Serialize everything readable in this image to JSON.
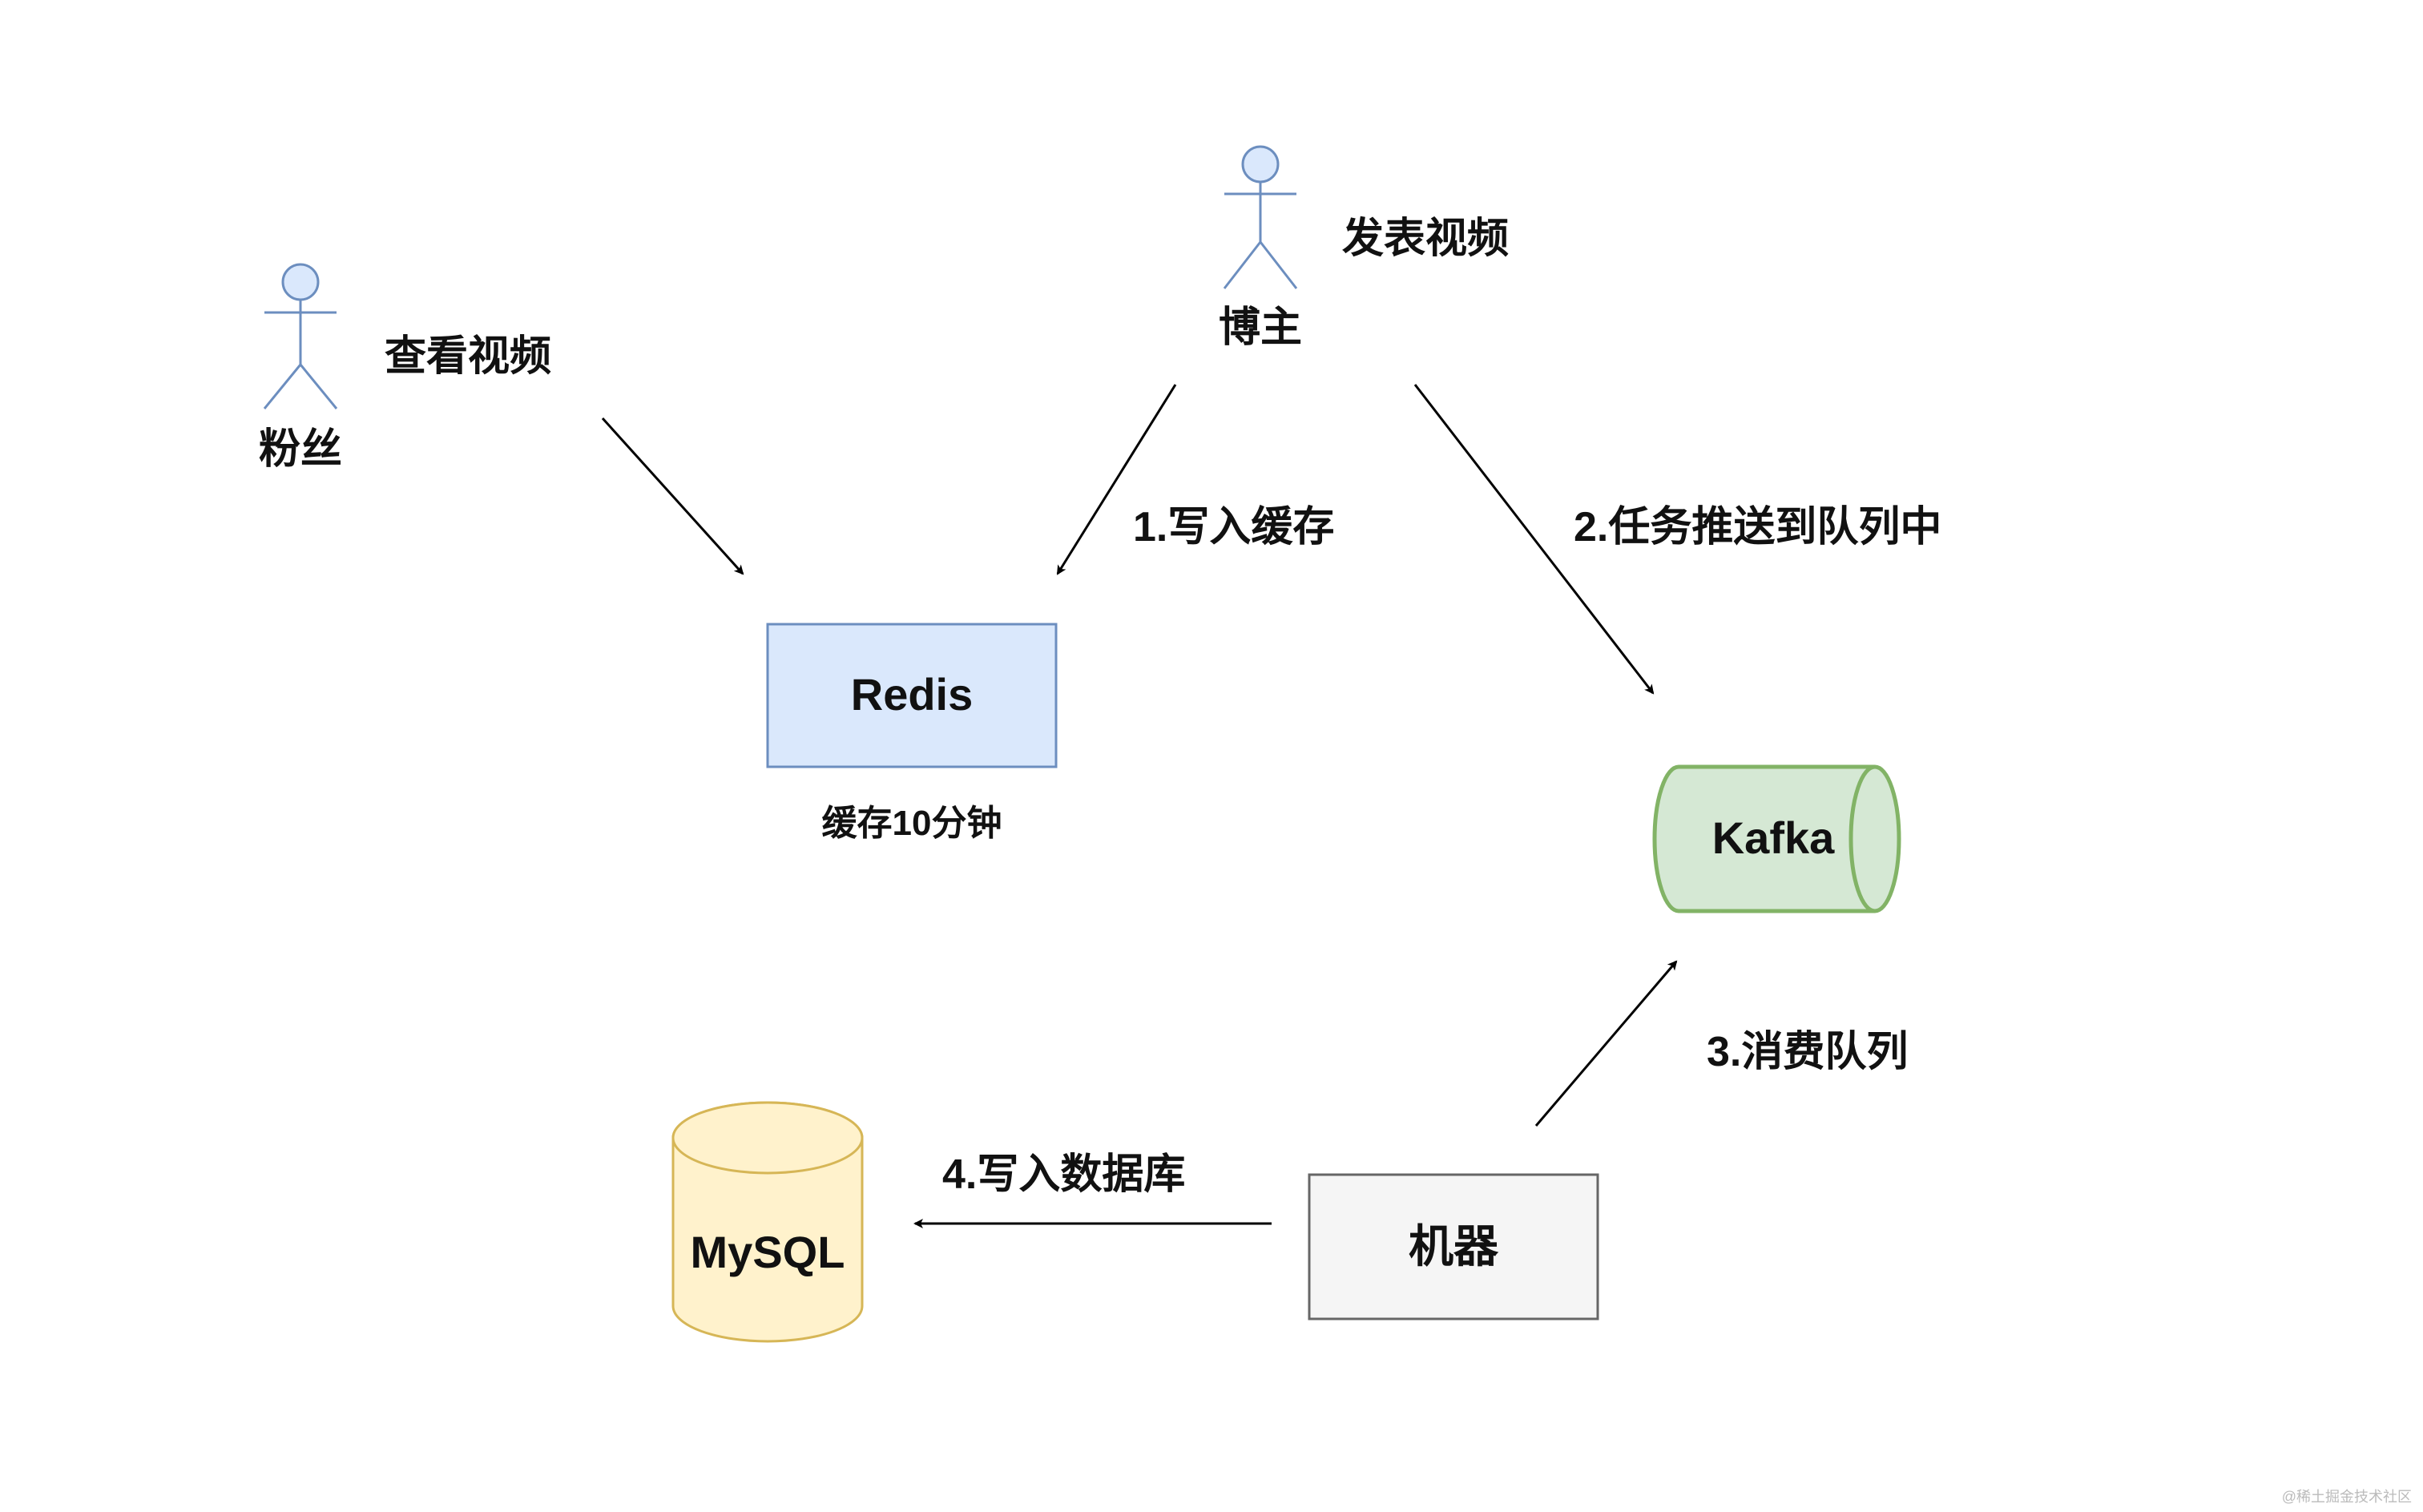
{
  "actors": {
    "fan": {
      "name": "粉丝",
      "action": "查看视频"
    },
    "blogger": {
      "name": "博主",
      "action": "发表视频"
    }
  },
  "nodes": {
    "redis": {
      "label": "Redis",
      "caption": "缓存10分钟",
      "fill": "#dae8fc",
      "stroke": "#6c8ebf"
    },
    "kafka": {
      "label": "Kafka",
      "fill": "#d5e8d4",
      "stroke": "#82b366"
    },
    "mysql": {
      "label": "MySQL",
      "fill": "#fff2cc",
      "stroke": "#d6b656"
    },
    "machine": {
      "label": "机器",
      "fill": "#f5f5f5",
      "stroke": "#666666"
    }
  },
  "edges": {
    "write_cache": "1.写入缓存",
    "push_queue": "2.任务推送到队列中",
    "consume_queue": "3.消费队列",
    "write_db": "4.写入数据库"
  },
  "colors": {
    "actor_fill": "#dae8fc",
    "actor_stroke": "#6c8ebf",
    "arrow": "#000000"
  },
  "watermark": "@稀土掘金技术社区"
}
